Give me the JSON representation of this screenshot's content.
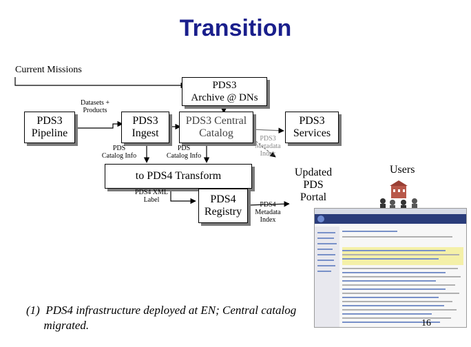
{
  "title": "Transition",
  "header_label": "Current Missions",
  "nodes": {
    "pds3_archive": "PDS3\nArchive @ DNs",
    "pds3_pipeline": "PDS3\nPipeline",
    "pds3_ingest": "PDS3\nIngest",
    "pds3_central_catalog": "PDS3 Central\nCatalog",
    "pds3_services": "PDS3\nServices",
    "pds4_transform": "to PDS4 Transform",
    "pds4_registry": "PDS4\nRegistry",
    "updated_portal": "Updated\nPDS\nPortal",
    "users": "Users"
  },
  "edge_labels": {
    "datasets_products": "Datasets +\nProducts",
    "pds_catalog_info_1": "PDS\nCatalog Info",
    "pds_catalog_info_2": "PDS\nCatalog Info",
    "pds3_metadata_index": "PDS3\nMetadata\nIndex",
    "pds4_xml_label": "PDS4 XML\nLabel",
    "pds4_metadata_index": "PDS4\nMetadata\nIndex"
  },
  "footnote": "(1)  PDS4 infrastructure deployed at EN; Central catalog\n      migrated.",
  "page_number": "16",
  "colors": {
    "title": "#1a1f8c",
    "shadow": "#7a7a7a",
    "muted": "#8a8a8a"
  }
}
